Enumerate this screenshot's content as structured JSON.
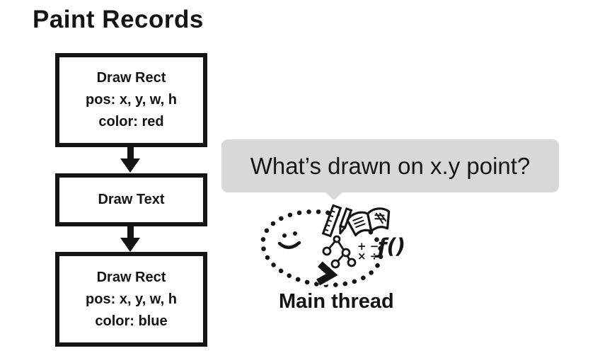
{
  "title": "Paint Records",
  "flow": {
    "boxes": [
      {
        "lines": [
          "Draw Rect",
          "pos: x, y, w, h",
          "color: red"
        ]
      },
      {
        "lines": [
          "Draw Text"
        ]
      },
      {
        "lines": [
          "Draw Rect",
          "pos: x, y, w, h",
          "color: blue"
        ]
      }
    ]
  },
  "bubble": {
    "text": "What’s drawn on x.y point?"
  },
  "main_thread": {
    "label": "Main thread",
    "math_row1": "+ −",
    "math_row2": "× ÷",
    "function_symbol": "ƒ()"
  },
  "colors": {
    "ink": "#141414",
    "bubble_bg": "#d8d8d8",
    "background": "#ffffff"
  }
}
